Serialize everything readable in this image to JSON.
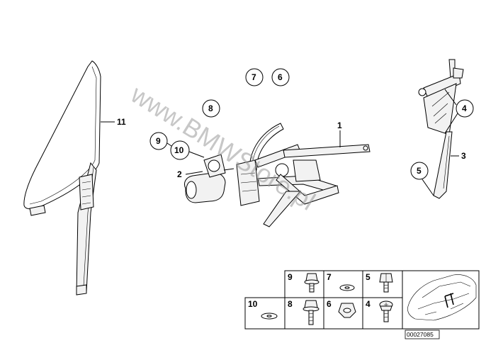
{
  "callouts": {
    "c1": "1",
    "c2": "2",
    "c3": "3",
    "c4": "4",
    "c5": "5",
    "c6": "6",
    "c7": "7",
    "c8": "8",
    "c9": "9",
    "c10": "10",
    "c11": "11"
  },
  "watermark": "www.BMWStore.pl",
  "small_parts_table": {
    "cells": [
      "9",
      "7",
      "5",
      "10",
      "8",
      "6",
      "4"
    ]
  },
  "car_thumbnail": {
    "code": "00027085"
  }
}
